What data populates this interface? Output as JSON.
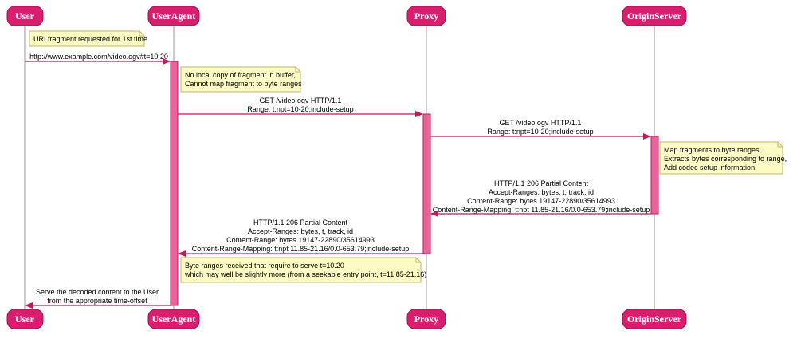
{
  "diagram": {
    "participants": [
      {
        "id": "user",
        "label": "User"
      },
      {
        "id": "useragent",
        "label": "UserAgent"
      },
      {
        "id": "proxy",
        "label": "Proxy"
      },
      {
        "id": "origin",
        "label": "OriginServer"
      }
    ],
    "notes": [
      {
        "id": "n1",
        "lines": [
          "URI fragment requested for 1st time"
        ]
      },
      {
        "id": "n2",
        "lines": [
          "No local copy of fragment in buffer,",
          "Cannot map fragment to byte ranges"
        ]
      },
      {
        "id": "n3",
        "lines": [
          "Map fragments to byte ranges,",
          "Extracts bytes corresponding to range,",
          "Add codec setup information"
        ]
      },
      {
        "id": "n4",
        "lines": [
          "Byte ranges received that require to serve t=10.20",
          "which may well be slightly more (from a seekable entry point, t=11.85-21.16)"
        ]
      }
    ],
    "messages": [
      {
        "id": "m1",
        "from": "user",
        "to": "useragent",
        "lines": [
          "http://www.example.com/video.ogv#t=10,20"
        ]
      },
      {
        "id": "m2",
        "from": "useragent",
        "to": "proxy",
        "lines": [
          "GET /video.ogv HTTP/1.1",
          "Range: t:npt=10-20;include-setup"
        ]
      },
      {
        "id": "m3",
        "from": "proxy",
        "to": "origin",
        "lines": [
          "GET /video.ogv HTTP/1.1",
          "Range: t:npt=10-20;include-setup"
        ]
      },
      {
        "id": "m4",
        "from": "origin",
        "to": "proxy",
        "lines": [
          "HTTP/1.1 206 Partial Content",
          "Accept-Ranges: bytes, t, track, id",
          "Content-Range: bytes 19147-22890/35614993",
          "Content-Range-Mapping: t:npt 11.85-21.16/0.0-653.79;include-setup"
        ]
      },
      {
        "id": "m5",
        "from": "proxy",
        "to": "useragent",
        "lines": [
          "HTTP/1.1 206 Partial Content",
          "Accept-Ranges: bytes, t, track, id",
          "Content-Range: bytes 19147-22890/35614993",
          "Content-Range-Mapping: t:npt 11.85-21.16/0.0-653.79;include-setup"
        ]
      },
      {
        "id": "m6",
        "from": "useragent",
        "to": "user",
        "lines": [
          "Serve the decoded content to the User",
          "from the appropriate time-offset"
        ]
      }
    ],
    "colors": {
      "participant_fill": "#d91d6f",
      "participant_stroke": "#a8104f",
      "lifeline": "#9a9a9a",
      "arrow": "#c2185b",
      "activation_fill": "#e8649a",
      "activation_stroke": "#c2185b",
      "note_fill": "#fcfbc4",
      "note_stroke": "#c2b46a"
    }
  }
}
